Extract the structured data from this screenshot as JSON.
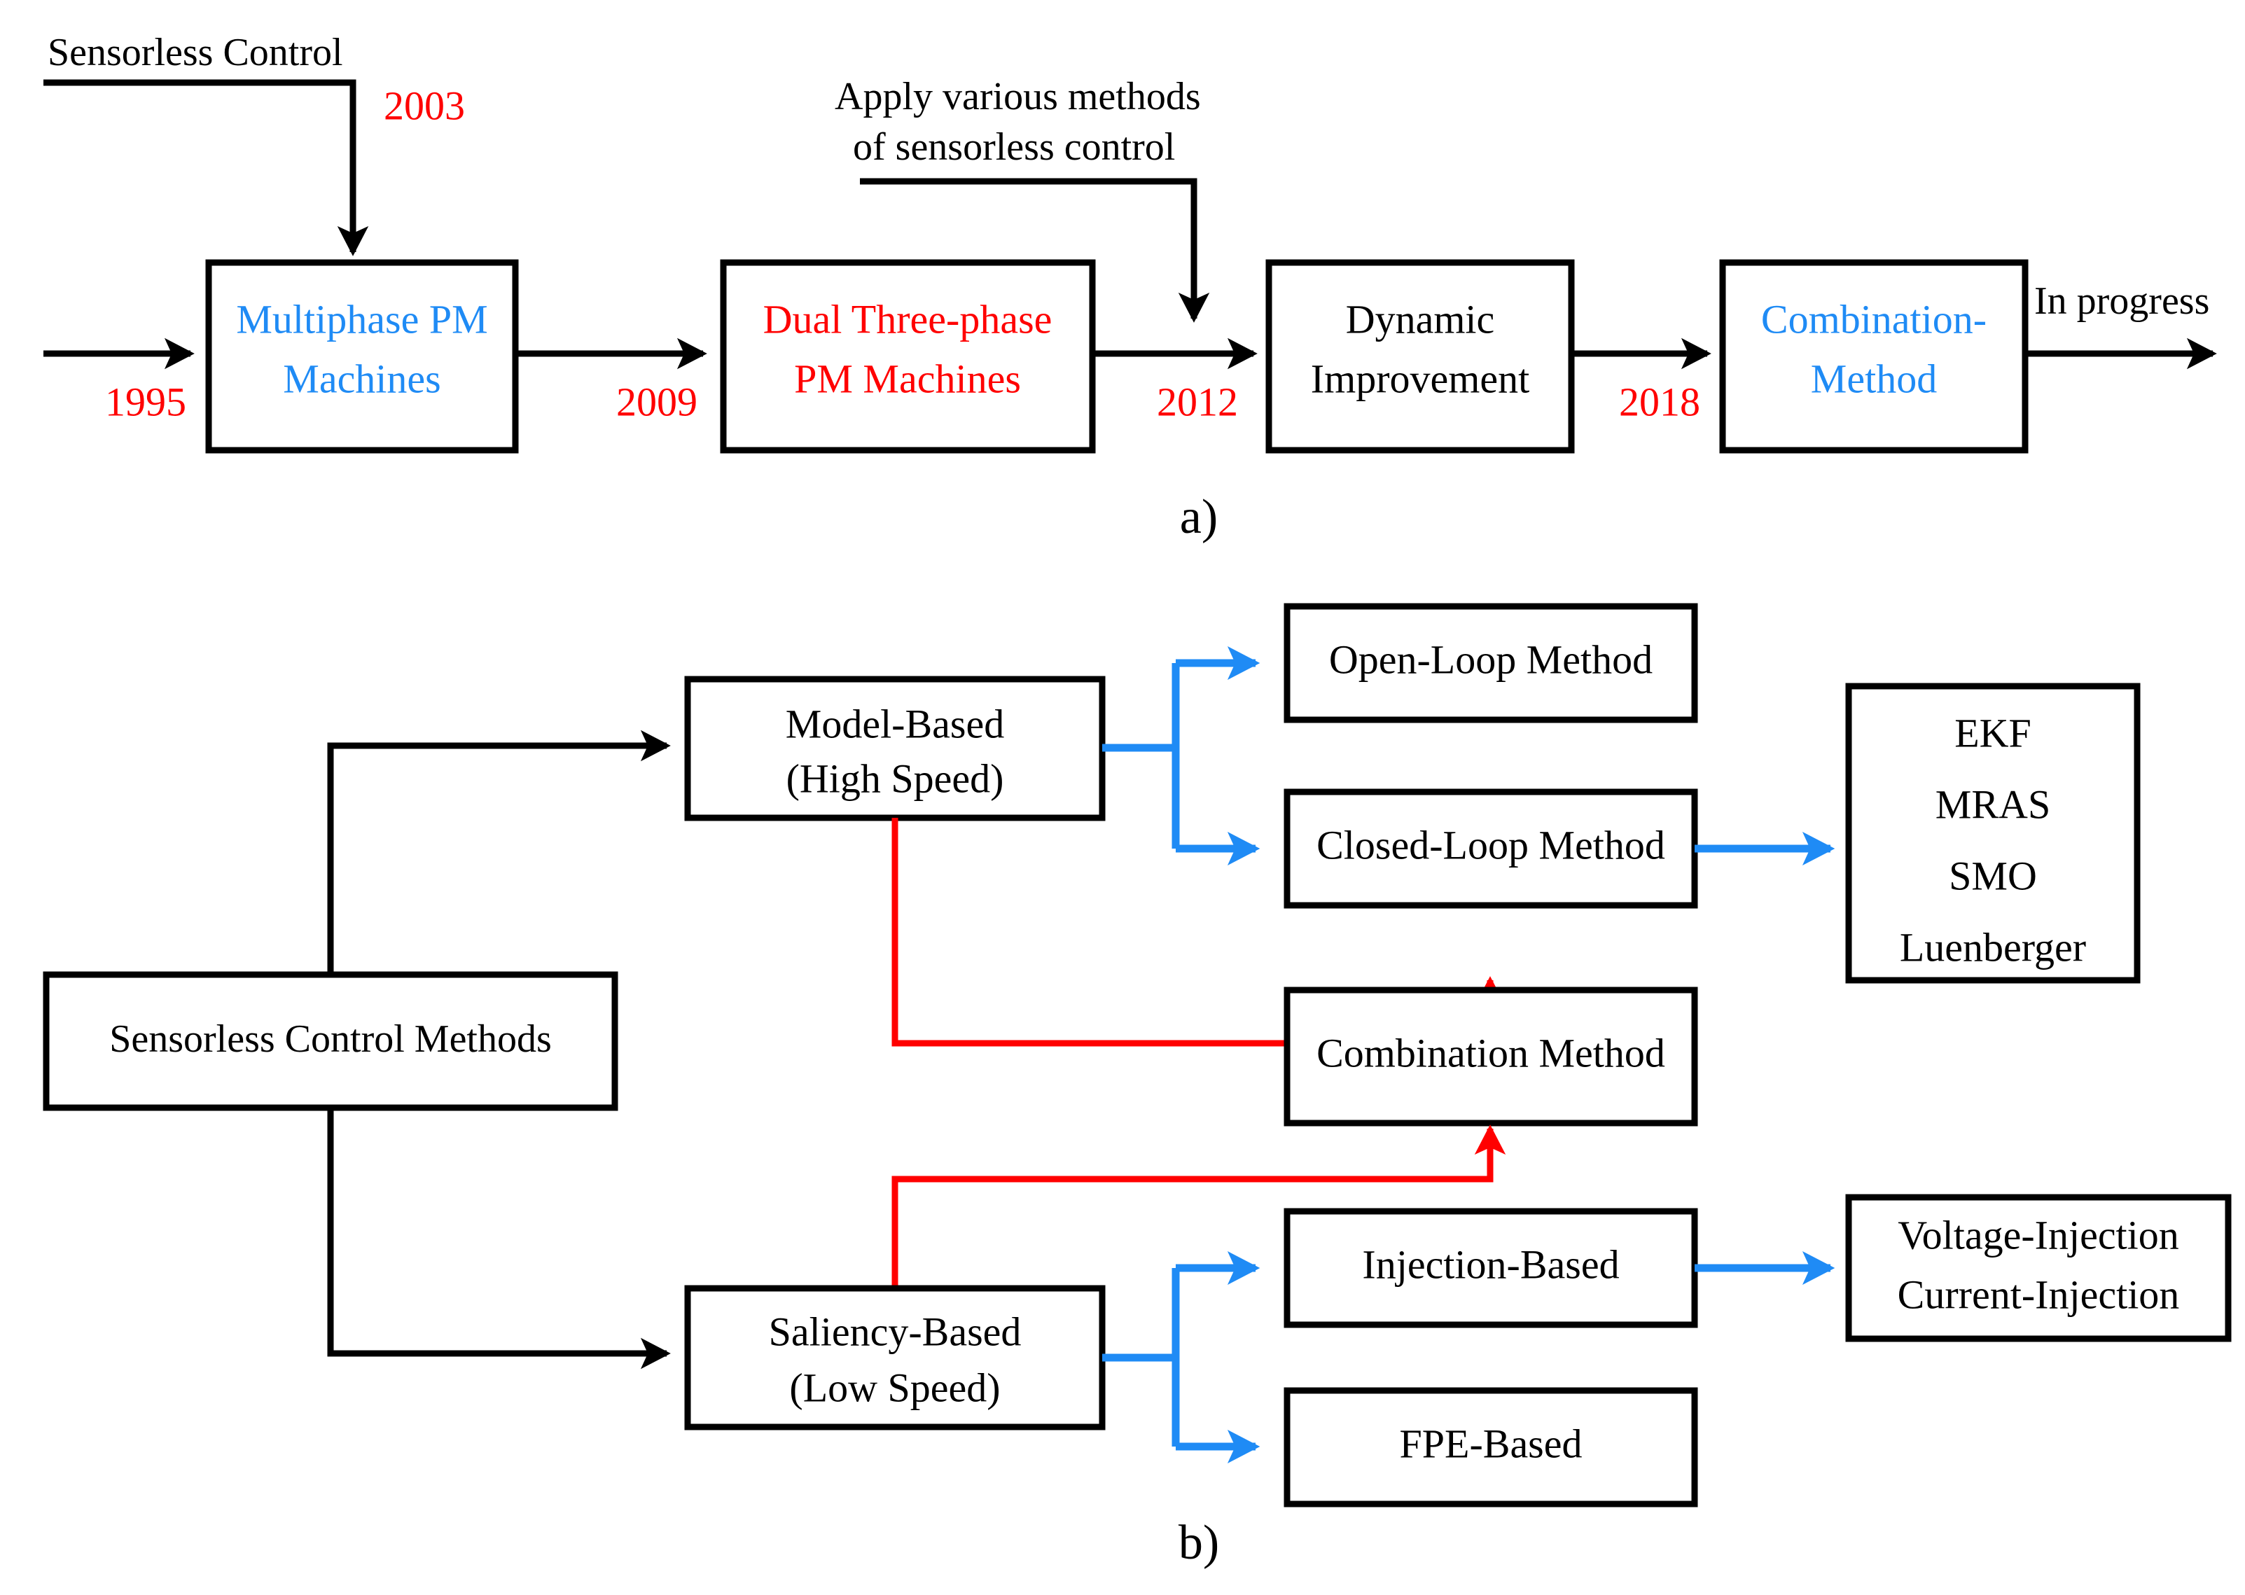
{
  "figure": {
    "panels": [
      {
        "id": "a",
        "caption": "a)"
      },
      {
        "id": "b",
        "caption": "b)"
      }
    ]
  },
  "colors": {
    "black": "#000000",
    "blue": "#1f8bf5",
    "red": "#ff0000",
    "white": "#ffffff"
  },
  "panel_a": {
    "caption": "a)",
    "annotations": [
      {
        "id": "sensorless-control",
        "text": "Sensorless Control"
      },
      {
        "id": "apply-methods-line1",
        "text": "Apply various methods"
      },
      {
        "id": "apply-methods-line2",
        "text": "of sensorless control"
      },
      {
        "id": "in-progress",
        "text": "In progress"
      }
    ],
    "years": [
      "1995",
      "2003",
      "2009",
      "2012",
      "2018"
    ],
    "nodes": [
      {
        "id": "multiphase-pm-machines",
        "line1": "Multiphase PM",
        "line2": "Machines",
        "color": "blue"
      },
      {
        "id": "dual-three-phase-pm-machines",
        "line1": "Dual Three-phase",
        "line2": "PM Machines",
        "color": "red"
      },
      {
        "id": "dynamic-improvement",
        "line1": "Dynamic",
        "line2": "Improvement",
        "color": "black"
      },
      {
        "id": "combination-method",
        "line1": "Combination-",
        "line2": "Method",
        "color": "blue"
      }
    ]
  },
  "panel_b": {
    "caption": "b)",
    "nodes": [
      {
        "id": "sensorless-control-methods",
        "line1": "Sensorless Control Methods",
        "line2": ""
      },
      {
        "id": "model-based",
        "line1": "Model-Based",
        "line2": "(High Speed)"
      },
      {
        "id": "saliency-based",
        "line1": "Saliency-Based",
        "line2": "(Low Speed)"
      },
      {
        "id": "open-loop-method",
        "line1": "Open-Loop Method",
        "line2": ""
      },
      {
        "id": "closed-loop-method",
        "line1": "Closed-Loop Method",
        "line2": ""
      },
      {
        "id": "combination-method",
        "line1": "Combination Method",
        "line2": ""
      },
      {
        "id": "injection-based",
        "line1": "Injection-Based",
        "line2": ""
      },
      {
        "id": "fpe-based",
        "line1": "FPE-Based",
        "line2": ""
      },
      {
        "id": "observer-list",
        "lines": [
          "EKF",
          "MRAS",
          "SMO",
          "Luenberger"
        ]
      },
      {
        "id": "injection-list",
        "lines": [
          "Voltage-Injection",
          "Current-Injection"
        ]
      }
    ],
    "observers": [
      "EKF",
      "MRAS",
      "SMO",
      "Luenberger"
    ],
    "injections": [
      "Voltage-Injection",
      "Current-Injection"
    ]
  }
}
